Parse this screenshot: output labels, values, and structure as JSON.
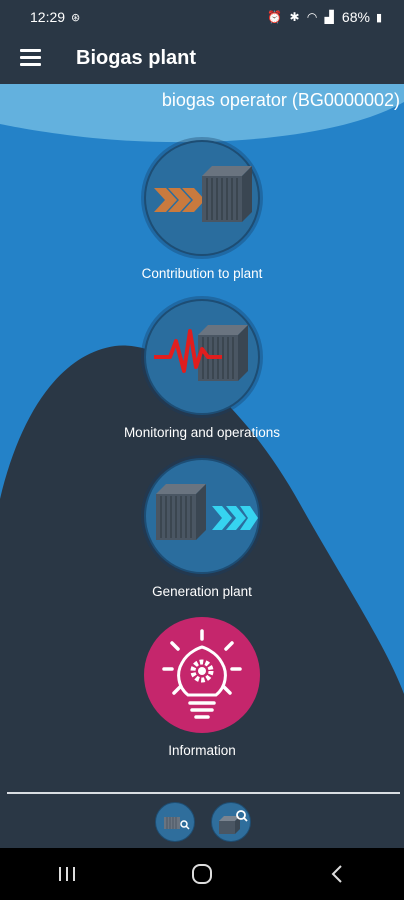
{
  "status_bar": {
    "time": "12:29",
    "battery": "68%"
  },
  "app_bar": {
    "title": "Biogas plant"
  },
  "operator": {
    "label": "biogas operator (BG0000002)"
  },
  "features": [
    {
      "label": "Contribution to plant",
      "icon": "container-incoming-icon"
    },
    {
      "label": "Monitoring and operations",
      "icon": "container-monitoring-icon"
    },
    {
      "label": "Generation plant",
      "icon": "container-outgoing-icon"
    },
    {
      "label": "Information",
      "icon": "lightbulb-gear-icon"
    }
  ],
  "bottom_icons": [
    "document-search-icon",
    "container-search-icon"
  ],
  "nav_bar": [
    "recents-icon",
    "home-icon",
    "back-icon"
  ],
  "colors": {
    "dark": "#2a3745",
    "blue": "#2482c8",
    "light_wave": "#63b1de",
    "arrow_orange": "#c97a3e",
    "arrow_cyan": "#36d3f0",
    "pulse_red": "#e01e1e",
    "info_pink": "#c5266c"
  }
}
